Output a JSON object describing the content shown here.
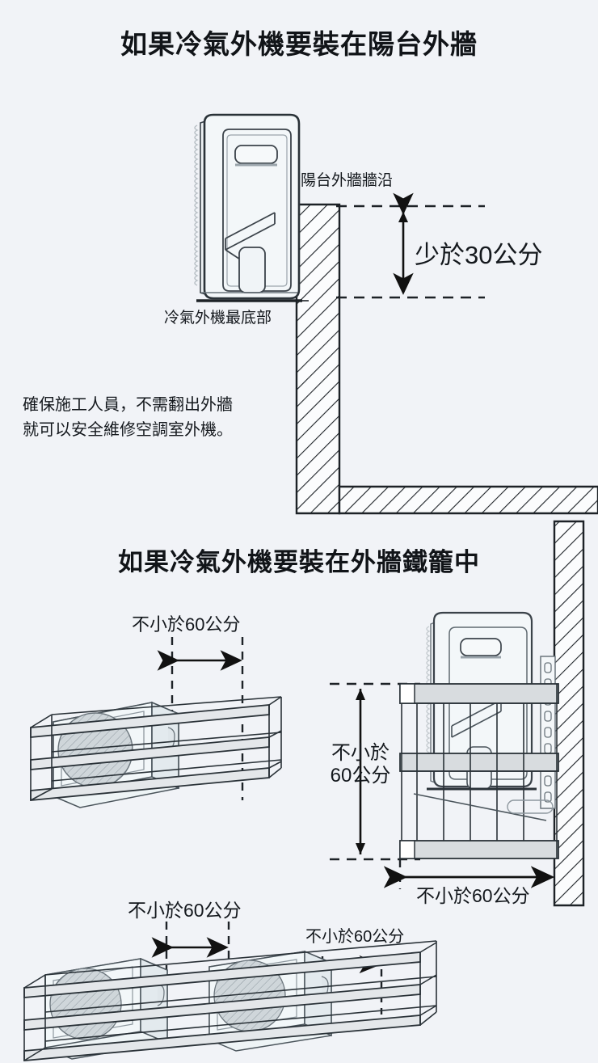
{
  "page": {
    "background_color": "#f1f3f7",
    "ink_color": "#14181d",
    "fill_light": "#f4f7fa",
    "fill_rail": "#d8dadd"
  },
  "sections": [
    {
      "id": "balcony-wall",
      "title": "如果冷氣外機要裝在陽台外牆",
      "labels": {
        "wall_edge": "陽台外牆牆沿",
        "unit_bottom": "冷氣外機最底部",
        "dimension": "少於30公分"
      },
      "note": "確保施工人員，不需翻出外牆\n就可以安全維修空調室外機。"
    },
    {
      "id": "wall-cage",
      "title": "如果冷氣外機要裝在外牆鐵籠中",
      "labels": {
        "cage_a_top": "不小於60公分",
        "cage_b_vertical": "不小於\n60公分",
        "cage_b_horizontal": "不小於60公分",
        "cage_c_left": "不小於60公分",
        "cage_c_right": "不小於60公分"
      }
    }
  ],
  "measurements": {
    "min_clearance_cm": 60,
    "max_parapet_drop_cm": 30,
    "unit": "公分"
  }
}
